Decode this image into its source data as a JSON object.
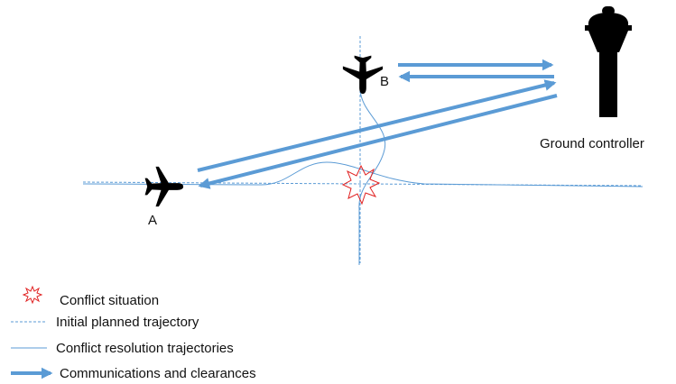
{
  "aircraft_a": {
    "label": "A"
  },
  "aircraft_b": {
    "label": "B"
  },
  "tower": {
    "label": "Ground controller"
  },
  "legend": {
    "items": [
      {
        "key": "conflict",
        "label": "Conflict situation"
      },
      {
        "key": "planned",
        "label": "Initial planned trajectory"
      },
      {
        "key": "resolution",
        "label": "Conflict resolution trajectories"
      },
      {
        "key": "comms",
        "label": "Communications and clearances"
      }
    ]
  },
  "colors": {
    "trajectory": "#5b9bd5",
    "conflict": "#e02020",
    "silhouette": "#000000"
  }
}
